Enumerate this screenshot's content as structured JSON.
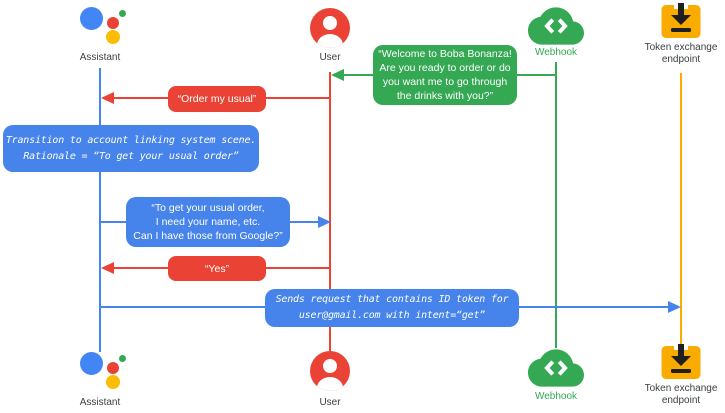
{
  "colors": {
    "blue": "#4285f4",
    "bubble_blue": "#4683ea",
    "red": "#ea4335",
    "green": "#34a853",
    "amber": "#f9ab00",
    "yellow": "#fbbc04",
    "label_gray": "#3c4043"
  },
  "actors": [
    {
      "id": "assistant",
      "label": "Assistant"
    },
    {
      "id": "user",
      "label": "User"
    },
    {
      "id": "webhook",
      "label": "Webhook"
    },
    {
      "id": "token_endpoint",
      "label": "Token exchange\nendpoint"
    }
  ],
  "messages": [
    {
      "id": "welcome",
      "from": "Webhook",
      "to": "User",
      "color": "green",
      "text": "“Welcome to Boba Bonanza!\nAre you ready to order or do\nyou want me to go through\nthe drinks with you?”"
    },
    {
      "id": "order",
      "from": "User",
      "to": "Assistant",
      "color": "red",
      "text": "“Order my usual”"
    },
    {
      "id": "transition_note",
      "type": "system-note",
      "color": "blue",
      "text": "Transition to account linking system scene.\nRationale = “To get your usual order”"
    },
    {
      "id": "ask",
      "from": "Assistant",
      "to": "User",
      "color": "blue",
      "text": "“To get your usual order,\nI need your name, etc.\nCan I have those from Google?”"
    },
    {
      "id": "yes",
      "from": "User",
      "to": "Assistant",
      "color": "red",
      "text": "“Yes”"
    },
    {
      "id": "send_request",
      "from": "Assistant",
      "to": "Token exchange endpoint",
      "type": "system-note",
      "color": "blue",
      "text": "Sends request that contains ID token for\nuser@gmail.com with intent=“get”"
    }
  ]
}
